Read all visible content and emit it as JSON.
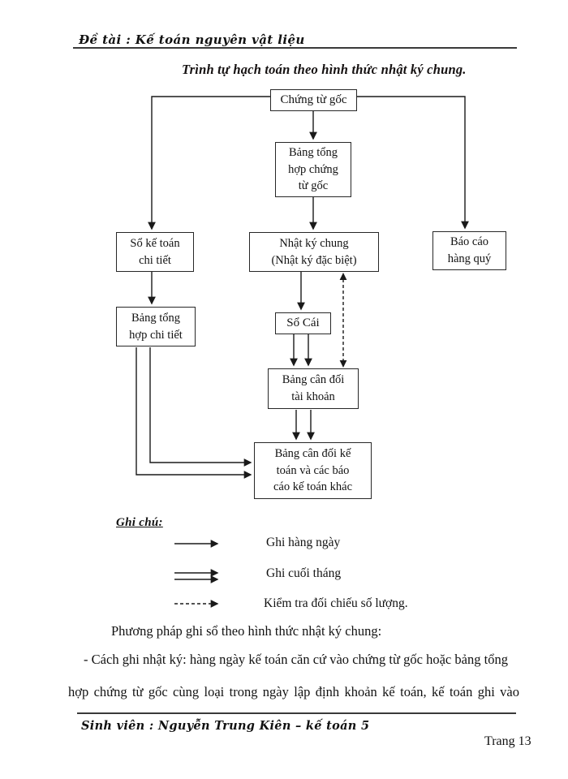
{
  "page": {
    "header": {
      "doc_title": "Đề tài : Kế toán nguyên vật liệu"
    },
    "title": "Trình tự hạch toán theo hình thức nhật ký chung.",
    "footer": {
      "student": "Sinh viên : Nguyễn Trung Kiên – kế toán 5",
      "page_number": "Trang 13"
    }
  },
  "diagram": {
    "boxes": [
      {
        "id": "chung-tu-goc",
        "label": "Chứng từ gốc"
      },
      {
        "id": "bang-tong-hop-chung-tu",
        "label": "Bảng tổng\nhợp chứng\ntừ gốc"
      },
      {
        "id": "so-ke-toan-chi-tiet",
        "label": "Sổ kế toán\nchi tiết"
      },
      {
        "id": "nhat-ky-chung",
        "label": "Nhật ký chung\n(Nhật ký đặc biệt)"
      },
      {
        "id": "bao-cao-hang-quy",
        "label": "Báo cáo\nhàng quý"
      },
      {
        "id": "bang-tong-hop-chi-tiet",
        "label": "Bảng tổng\nhợp chi tiết"
      },
      {
        "id": "so-cai",
        "label": "Sổ Cái"
      },
      {
        "id": "bang-can-doi-tai-khoan",
        "label": "Bảng cân đối\ntài khoản"
      },
      {
        "id": "bang-can-doi-ke-toan",
        "label": "Bảng cân đối kế\ntoán và các báo\ncáo kế toán khác"
      }
    ]
  },
  "legend": {
    "heading": "Ghi chú:",
    "items": [
      {
        "style": "solid-single",
        "label": "Ghi hàng ngày"
      },
      {
        "style": "solid-double",
        "label": "Ghi cuối tháng"
      },
      {
        "style": "dashed",
        "label": "Kiểm tra đối chiếu số lượng."
      }
    ]
  },
  "body": {
    "line1": "Phương pháp ghi sổ theo hình thức nhật ký chung:",
    "line2": "- Cách ghi nhật ký: hàng ngày kế toán căn cứ vào chứng từ gốc hoặc bảng tổng",
    "line3": "hợp chứng từ gốc cùng loại trong ngày lập định khoản kế toán, kế toán ghi vào"
  },
  "colors": {
    "ink": "#121212",
    "line": "#272727",
    "paper": "#ffffff"
  }
}
